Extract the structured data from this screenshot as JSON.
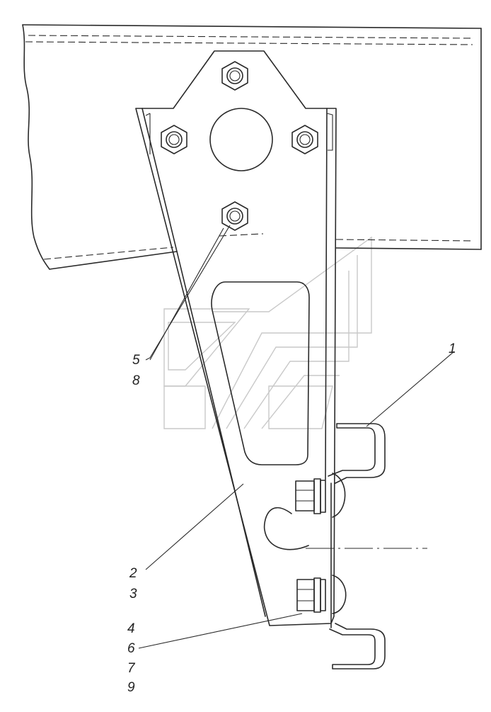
{
  "diagram": {
    "callouts": [
      {
        "id": "c1",
        "lines": [
          "1"
        ]
      },
      {
        "id": "c2",
        "lines": [
          "2",
          "3"
        ]
      },
      {
        "id": "c3",
        "lines": [
          "4",
          "6",
          "7",
          "9"
        ]
      },
      {
        "id": "c4",
        "lines": [
          "5",
          "8"
        ]
      }
    ]
  }
}
